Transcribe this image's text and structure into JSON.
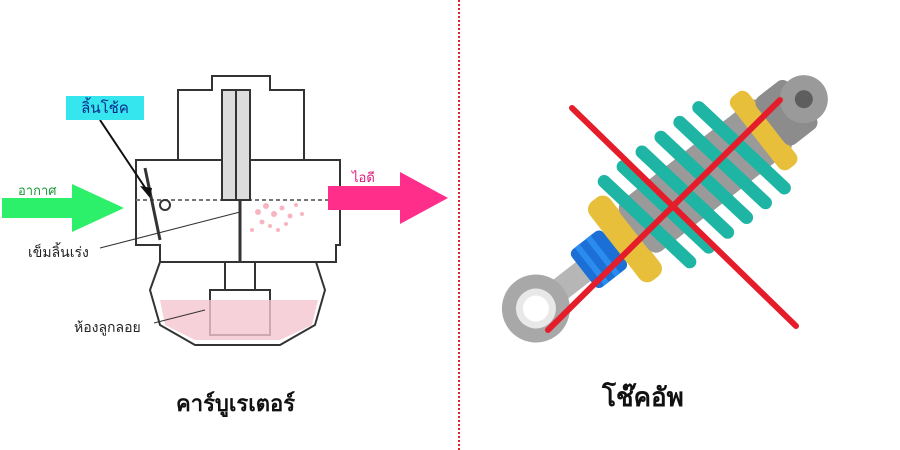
{
  "left": {
    "choke_label": "ลิ้นโช้ค",
    "air_label": "อากาศ",
    "vapor_label": "ไอดี",
    "needle_label": "เข็มลิ้นเร่ง",
    "float_label": "ห้องลูกลอย",
    "caption": "คาร์บูเรเตอร์"
  },
  "right": {
    "caption": "โช๊คอัพ"
  },
  "colors": {
    "air_arrow": "#2df06a",
    "vapor_arrow": "#ff2e8a",
    "choke_box": "#36e6ee",
    "cross": "#e51d2a",
    "divider": "#e0202a",
    "spring": "#1fb5a4"
  }
}
